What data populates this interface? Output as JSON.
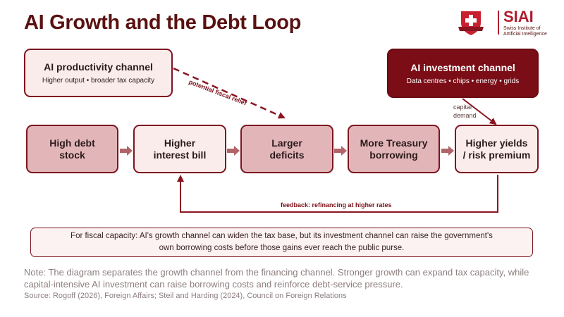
{
  "title": "AI Growth and the Debt Loop",
  "logo": {
    "name": "SIAI",
    "subtitle_line1": "Swiss Institute of",
    "subtitle_line2": "Artificial Intelligence",
    "icon": "swiss-shield-icon"
  },
  "channels": {
    "productivity": {
      "title": "AI productivity channel",
      "subtitle": "Higher output • broader tax capacity"
    },
    "investment": {
      "title": "AI investment channel",
      "subtitle": "Data centres • chips • energy • grids"
    }
  },
  "flow": [
    {
      "line1": "High debt",
      "line2": "stock"
    },
    {
      "line1": "Higher",
      "line2": "interest bill"
    },
    {
      "line1": "Larger",
      "line2": "deficits"
    },
    {
      "line1": "More Treasury",
      "line2": "borrowing"
    },
    {
      "line1": "Higher yields",
      "line2": "/ risk premium"
    }
  ],
  "labels": {
    "fiscal_relief": "potential fiscal relief",
    "capital_demand_line1": "capital",
    "capital_demand_line2": "demand",
    "feedback": "feedback: refinancing at higher rates"
  },
  "callout": {
    "line1": "For fiscal capacity: AI's growth channel can widen the tax base, but its investment channel can raise the government's",
    "line2": "own borrowing costs before those gains ever reach the public purse."
  },
  "note": "Note: The diagram separates the growth channel from the financing channel. Stronger growth can expand tax capacity, while capital-intensive AI investment can raise borrowing costs and reinforce debt-service pressure.",
  "source": "Source: Rogoff (2026), Foreign Affairs; Steil and Harding (2024), Council on Foreign Relations",
  "colors": {
    "title": "#5a1111",
    "dark_box": "#7a0d16",
    "mid_box": "#e2b6b9",
    "light_box": "#fbecec",
    "arrow": "#b0646a",
    "accent": "#b01c2e"
  }
}
